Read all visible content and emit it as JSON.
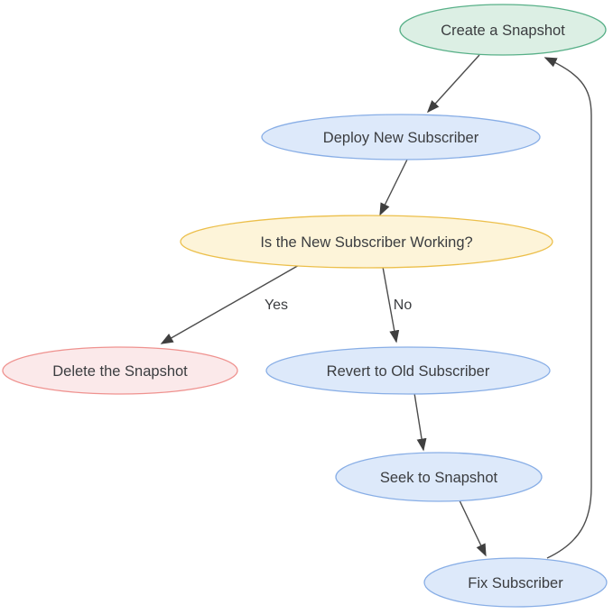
{
  "diagram": {
    "type": "flowchart",
    "nodes": [
      {
        "id": "create",
        "label": "Create a Snapshot",
        "fill": "#dcefe4",
        "stroke": "#58b088"
      },
      {
        "id": "deploy",
        "label": "Deploy New Subscriber",
        "fill": "#dde9fa",
        "stroke": "#88aee6"
      },
      {
        "id": "working",
        "label": "Is the New Subscriber Working?",
        "fill": "#fdf4d9",
        "stroke": "#ecbf4a"
      },
      {
        "id": "delete",
        "label": "Delete the Snapshot",
        "fill": "#fbe9ea",
        "stroke": "#ef928f"
      },
      {
        "id": "revert",
        "label": "Revert to Old Subscriber",
        "fill": "#dde9fa",
        "stroke": "#88aee6"
      },
      {
        "id": "seek",
        "label": "Seek to Snapshot",
        "fill": "#dde9fa",
        "stroke": "#88aee6"
      },
      {
        "id": "fix",
        "label": "Fix Subscriber",
        "fill": "#dde9fa",
        "stroke": "#88aee6"
      }
    ],
    "edges": [
      {
        "from": "create",
        "to": "deploy",
        "label": ""
      },
      {
        "from": "deploy",
        "to": "working",
        "label": ""
      },
      {
        "from": "working",
        "to": "delete",
        "label": "Yes"
      },
      {
        "from": "working",
        "to": "revert",
        "label": "No"
      },
      {
        "from": "revert",
        "to": "seek",
        "label": ""
      },
      {
        "from": "seek",
        "to": "fix",
        "label": ""
      },
      {
        "from": "fix",
        "to": "create",
        "label": ""
      }
    ],
    "colors": {
      "edge": "#4c4c4c",
      "text": "#3b3d40",
      "background": "#ffffff"
    }
  }
}
